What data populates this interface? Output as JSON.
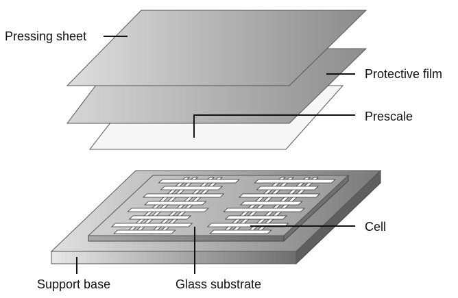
{
  "labels": {
    "pressing_sheet": "Pressing sheet",
    "protective_film": "Protective film",
    "prescale": "Prescale",
    "cell": "Cell",
    "support_base": "Support base",
    "glass_substrate": "Glass substrate"
  },
  "colors": {
    "outline": "#333333",
    "sheet_light": "#e2e2e2",
    "sheet_dark": "#8e8e8e",
    "prescale_fill": "#f7f7f7",
    "electrode": "#ffffff",
    "base_side": "#5f5f5f"
  }
}
